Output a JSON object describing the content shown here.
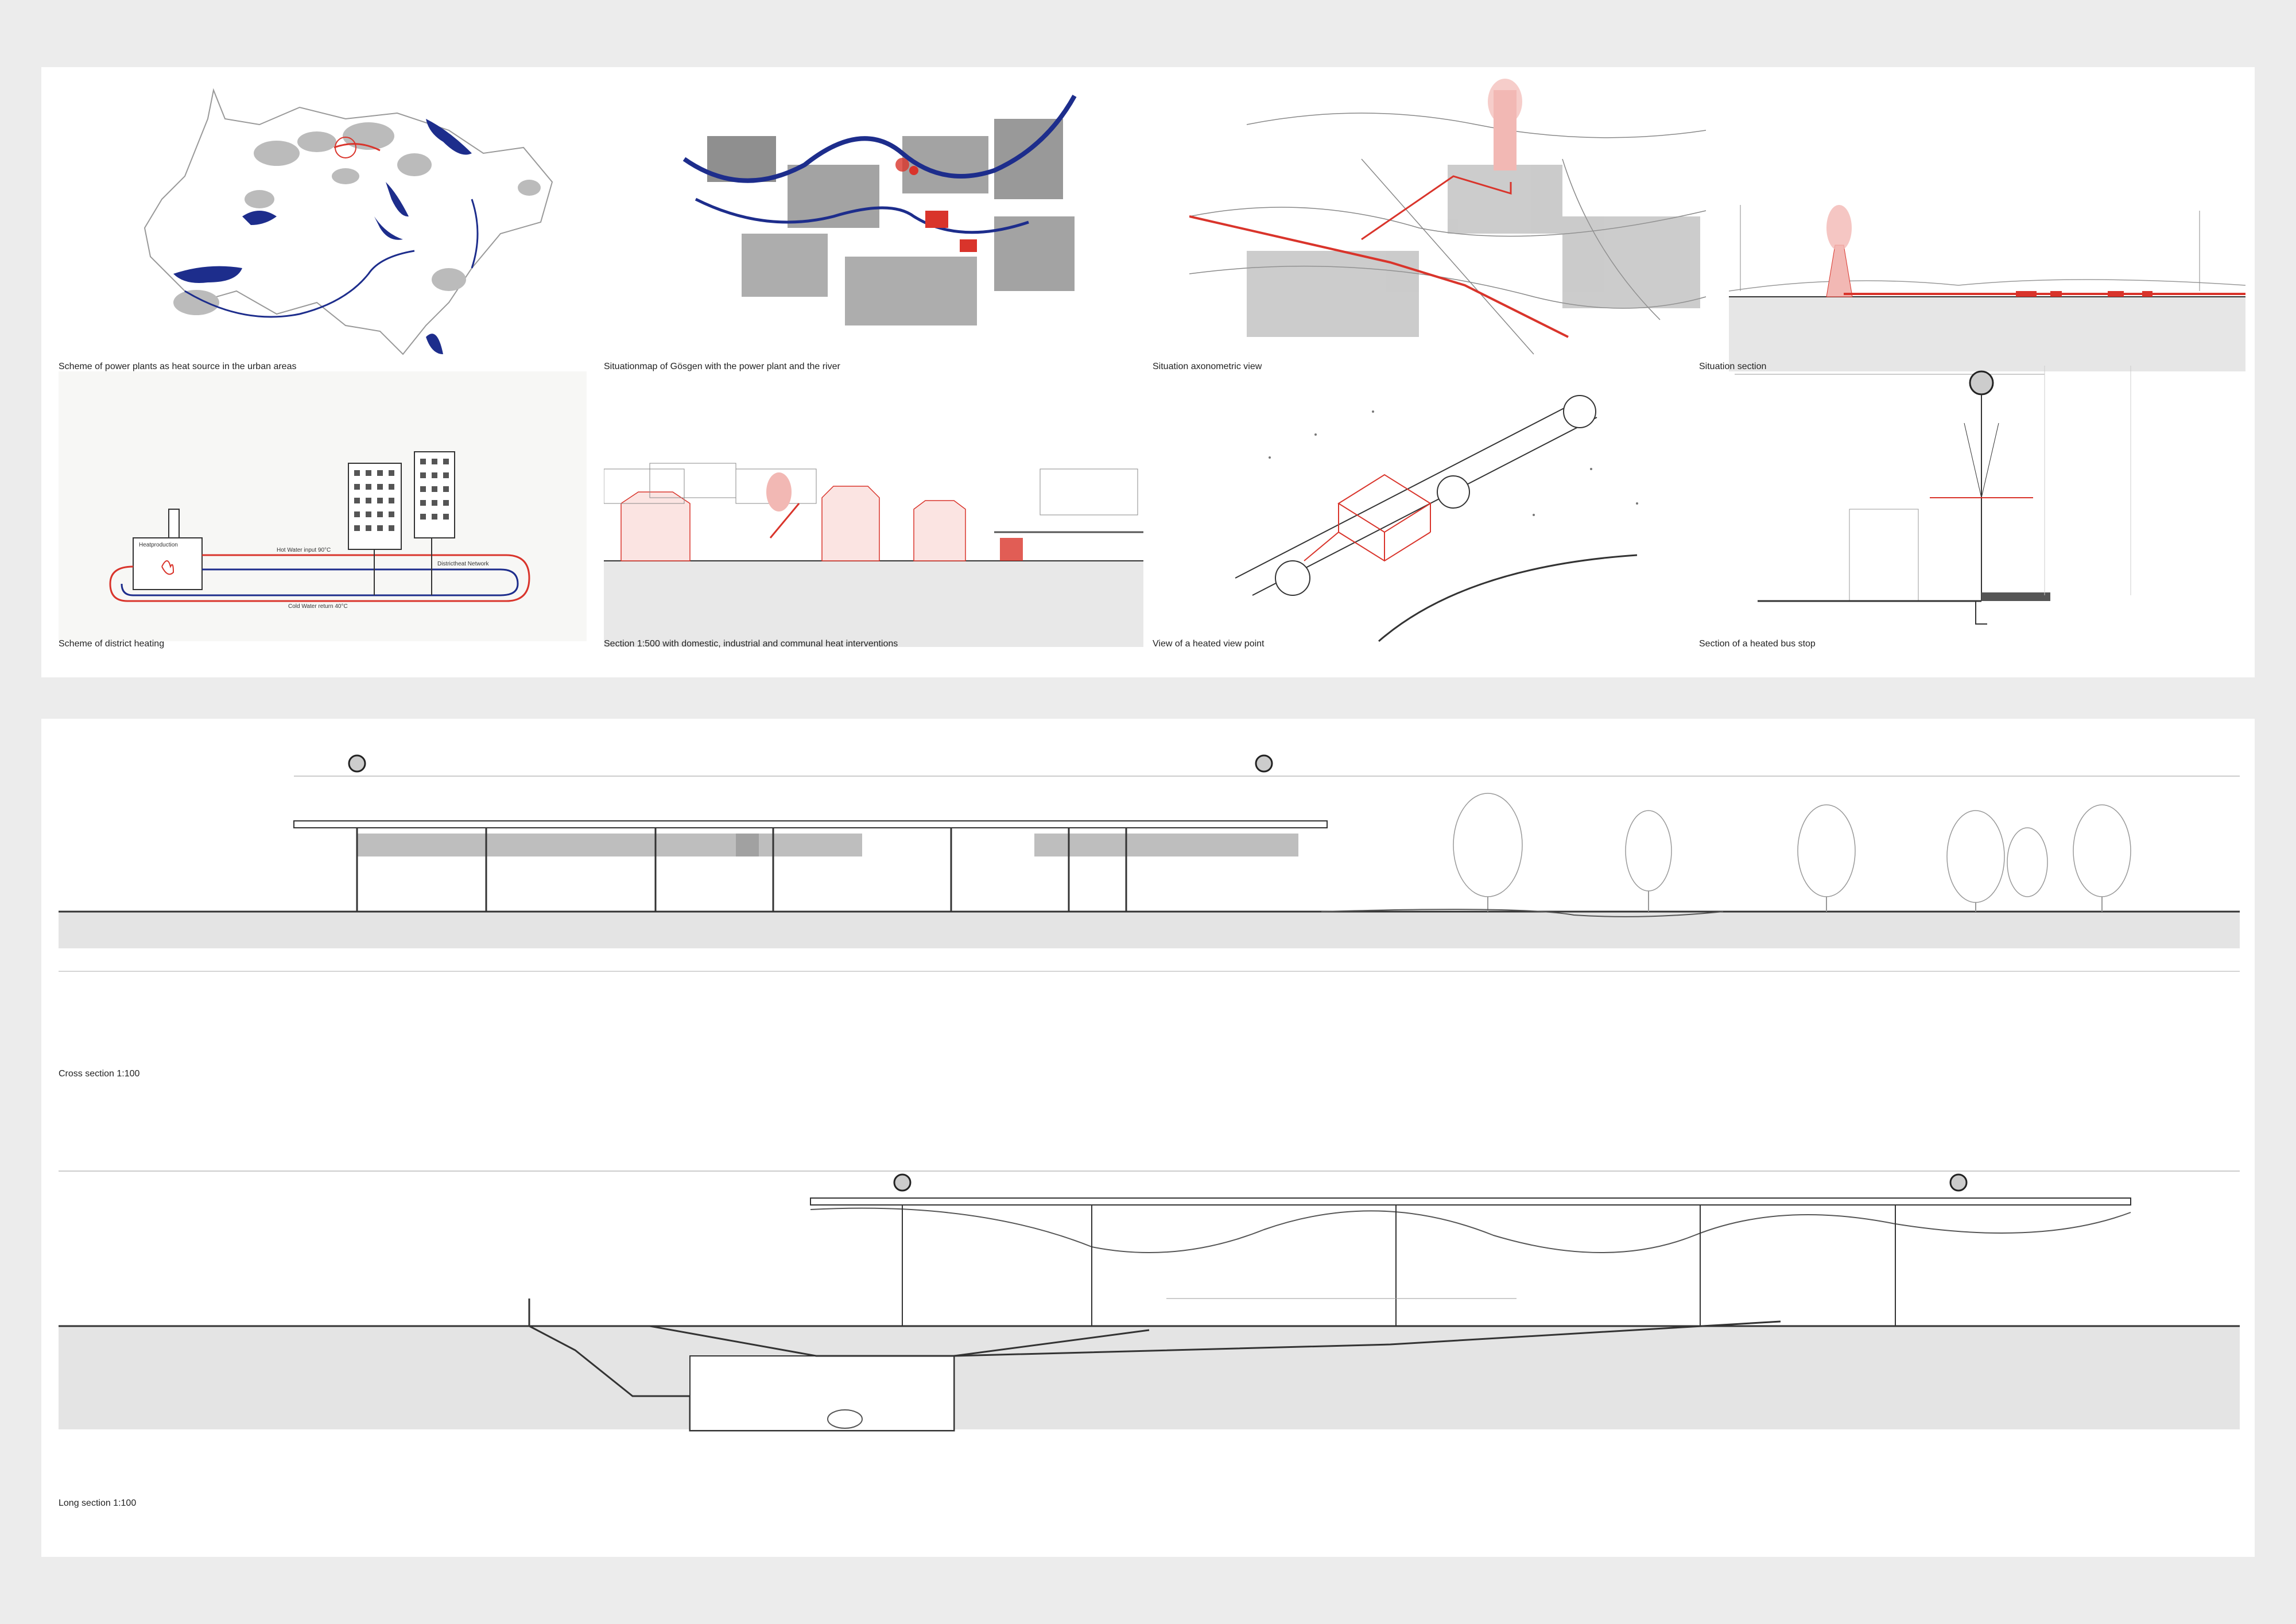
{
  "top_panel": {
    "captions": {
      "scheme_power_plants": "Scheme of power plants as heat source in the urban areas",
      "situation_map": "Situationmap of Gösgen with the power plant and the river",
      "axonometric": "Situation axonometric view",
      "situation_section": "Situation section",
      "district_heating": "Scheme of district heating",
      "section_500": "Section 1:500 with domestic, industrial and communal heat interventions",
      "view_point": "View of a heated view point",
      "bus_stop": "Section of a heated bus stop"
    },
    "district_heating_labels": {
      "heat_production": "Heatproduction",
      "hot_water": "Hot Water input 90°C",
      "cold_water": "Cold Water return 40°C",
      "network": "Districtheat Network"
    }
  },
  "bottom_panel": {
    "captions": {
      "cross_section": "Cross section 1:100",
      "long_section": "Long section 1:100"
    }
  },
  "colors": {
    "accent_red": "#d9342b",
    "river_blue": "#1d2d8c",
    "line_gray": "#555555",
    "background": "#ececec",
    "panel": "#ffffff"
  }
}
